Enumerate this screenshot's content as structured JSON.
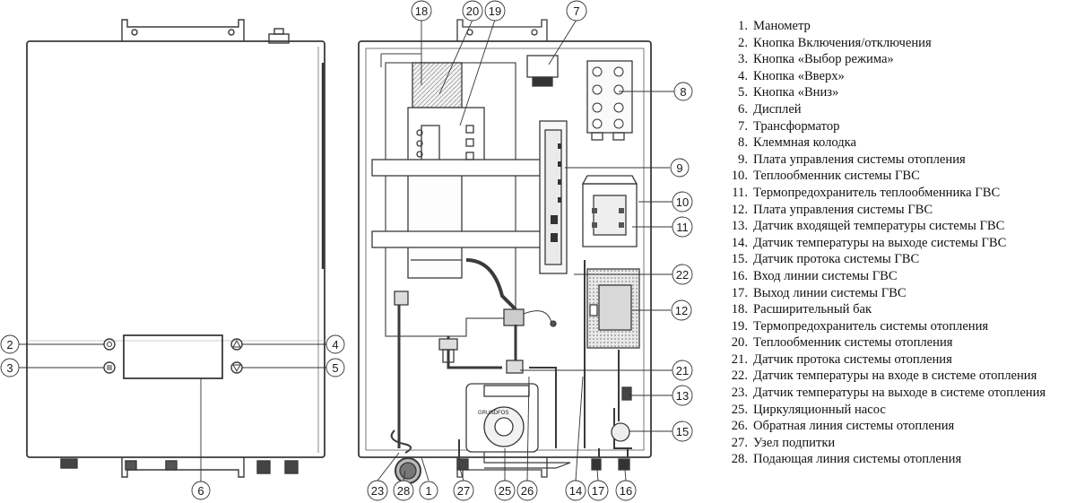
{
  "callouts": [
    {
      "id": "2",
      "text": "2"
    },
    {
      "id": "3",
      "text": "3"
    },
    {
      "id": "4",
      "text": "4"
    },
    {
      "id": "5",
      "text": "5"
    },
    {
      "id": "6",
      "text": "6"
    },
    {
      "id": "18",
      "text": "18"
    },
    {
      "id": "20",
      "text": "20"
    },
    {
      "id": "19",
      "text": "19"
    },
    {
      "id": "7",
      "text": "7"
    },
    {
      "id": "8",
      "text": "8"
    },
    {
      "id": "9",
      "text": "9"
    },
    {
      "id": "10",
      "text": "10"
    },
    {
      "id": "11",
      "text": "11"
    },
    {
      "id": "22",
      "text": "22"
    },
    {
      "id": "12",
      "text": "12"
    },
    {
      "id": "21",
      "text": "21"
    },
    {
      "id": "13",
      "text": "13"
    },
    {
      "id": "15",
      "text": "15"
    },
    {
      "id": "23",
      "text": "23"
    },
    {
      "id": "28",
      "text": "28"
    },
    {
      "id": "1",
      "text": "1"
    },
    {
      "id": "27",
      "text": "27"
    },
    {
      "id": "25",
      "text": "25"
    },
    {
      "id": "26",
      "text": "26"
    },
    {
      "id": "14",
      "text": "14"
    },
    {
      "id": "17",
      "text": "17"
    },
    {
      "id": "16",
      "text": "16"
    }
  ],
  "pump_brand": "GRUNDFOS",
  "legend": [
    {
      "num": "1.",
      "text": "Манометр"
    },
    {
      "num": "2.",
      "text": "Кнопка Включения/отключения"
    },
    {
      "num": "3.",
      "text": "Кнопка «Выбор режима»"
    },
    {
      "num": "4.",
      "text": "Кнопка «Вверх»"
    },
    {
      "num": "5.",
      "text": "Кнопка «Вниз»"
    },
    {
      "num": "6.",
      "text": "Дисплей"
    },
    {
      "num": "7.",
      "text": "Трансформатор"
    },
    {
      "num": "8.",
      "text": "Клеммная колодка"
    },
    {
      "num": "9.",
      "text": "Плата управления системы отопления"
    },
    {
      "num": "10.",
      "text": "Теплообменник системы ГВС"
    },
    {
      "num": "11.",
      "text": "Термопредохранитель теплообменника ГВС"
    },
    {
      "num": "12.",
      "text": "Плата управления системы ГВС"
    },
    {
      "num": "13.",
      "text": "Датчик входящей температуры системы ГВС"
    },
    {
      "num": "14.",
      "text": "Датчик температуры на выходе системы ГВС"
    },
    {
      "num": "15.",
      "text": "Датчик протока системы ГВС"
    },
    {
      "num": "16.",
      "text": "Вход линии системы ГВС"
    },
    {
      "num": "17.",
      "text": "Выход линии системы ГВС"
    },
    {
      "num": "18.",
      "text": "Расширительный бак"
    },
    {
      "num": "19.",
      "text": "Термопредохранитель системы отопления"
    },
    {
      "num": "20.",
      "text": "Теплообменник системы отопления"
    },
    {
      "num": "21.",
      "text": "Датчик протока системы отопления"
    },
    {
      "num": "22.",
      "text": "Датчик температуры на входе в системе отопления"
    },
    {
      "num": "23.",
      "text": "Датчик температуры на выходе в системе отопления"
    },
    {
      "num": "25.",
      "text": "Циркуляционный насос"
    },
    {
      "num": "26.",
      "text": "Обратная линия системы отопления"
    },
    {
      "num": "27.",
      "text": "Узел подпитки"
    },
    {
      "num": "28.",
      "text": "Подающая линия системы отопления"
    }
  ]
}
